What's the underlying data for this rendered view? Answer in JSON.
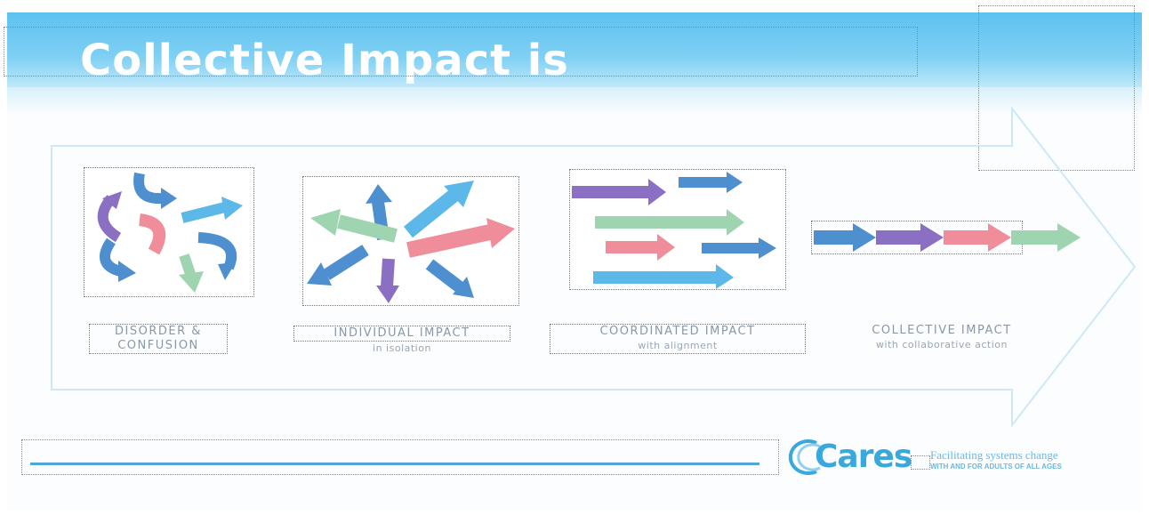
{
  "slide": {
    "title": "Collective Impact is"
  },
  "stages": [
    {
      "line1": "DISORDER &",
      "line2": "CONFUSION",
      "sub": ""
    },
    {
      "line1": "INDIVIDUAL IMPACT",
      "line2": "",
      "sub": "in isolation"
    },
    {
      "line1": "COORDINATED IMPACT",
      "line2": "",
      "sub": "with alignment"
    },
    {
      "line1": "COLLECTIVE IMPACT",
      "line2": "",
      "sub": "with collaborative action"
    }
  ],
  "footer": {
    "logo": "Cares",
    "tagline": "Facilitating systems change",
    "subtagline": "WITH AND FOR ADULTS OF ALL AGES"
  },
  "colors": {
    "title_bar": "#5ec2ef",
    "arrow_blue": "#4e8fd0",
    "arrow_purple": "#8a6fc2",
    "arrow_pink": "#ef8e9a",
    "arrow_green": "#9fd4b0",
    "arrow_sky": "#5cb8e8",
    "logo": "#39a8dc"
  }
}
